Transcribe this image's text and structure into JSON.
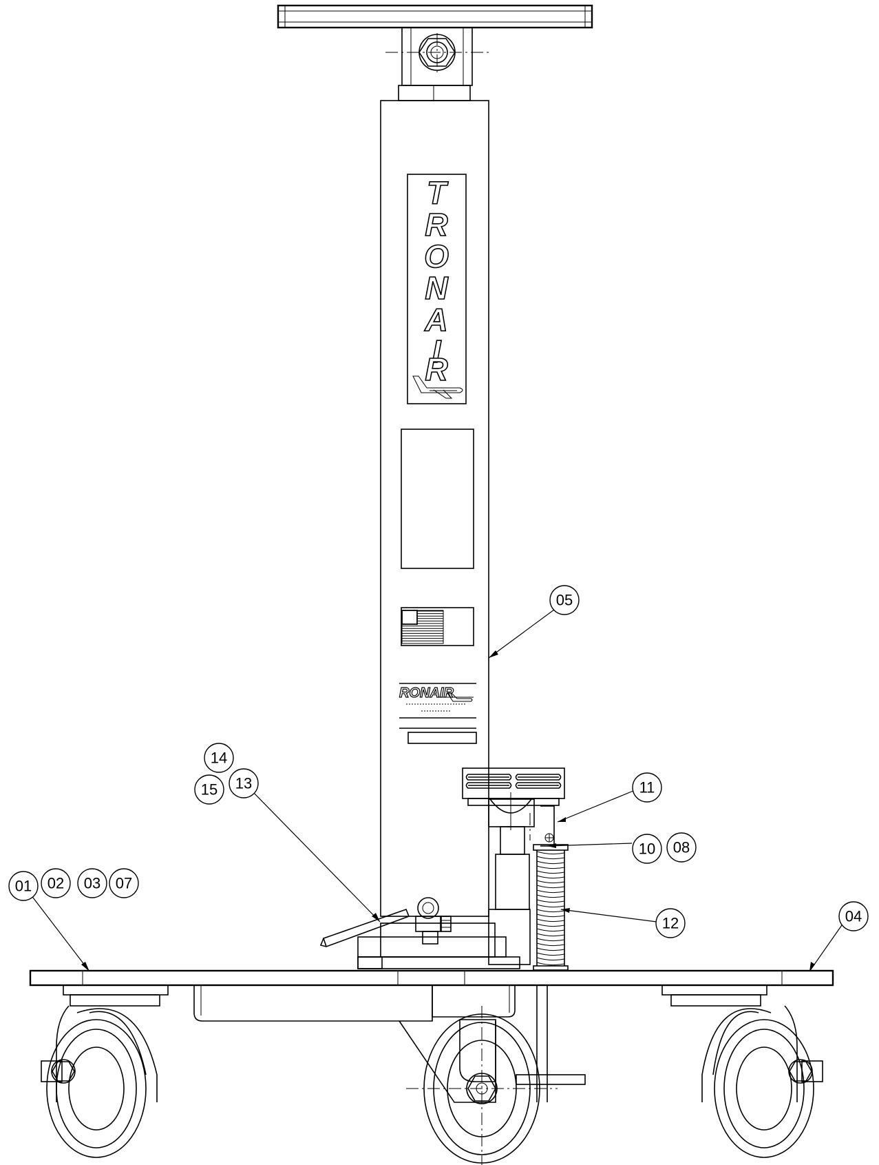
{
  "drawing": {
    "brand_vertical_letters": [
      "T",
      "R",
      "O",
      "N",
      "A",
      "I",
      "R"
    ],
    "nameplate_logo": "RONAIR",
    "balloons": [
      {
        "id": "b01",
        "label": "01"
      },
      {
        "id": "b02",
        "label": "02"
      },
      {
        "id": "b03",
        "label": "03"
      },
      {
        "id": "b07",
        "label": "07"
      },
      {
        "id": "b04",
        "label": "04"
      },
      {
        "id": "b05",
        "label": "05"
      },
      {
        "id": "b08",
        "label": "08"
      },
      {
        "id": "b10",
        "label": "10"
      },
      {
        "id": "b11",
        "label": "11"
      },
      {
        "id": "b12",
        "label": "12"
      },
      {
        "id": "b13",
        "label": "13"
      },
      {
        "id": "b14",
        "label": "14"
      },
      {
        "id": "b15",
        "label": "15"
      }
    ]
  }
}
